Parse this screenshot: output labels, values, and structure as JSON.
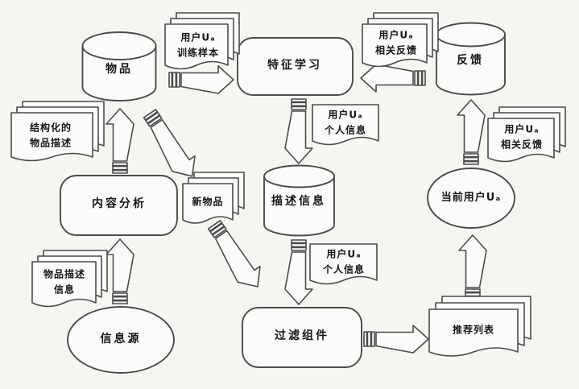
{
  "theme": {
    "bg": "#f6f5f2",
    "line": "#4b4b4b",
    "text": "#161616",
    "fill": "#fbfbf9"
  },
  "nodes": {
    "items_db": "物品",
    "feature_learning": "特征学习",
    "feedback_db": "反馈",
    "content_analysis": "内容分析",
    "description_db": "描述信息",
    "filter_component": "过滤组件",
    "current_user": "当前用户Uₐ",
    "info_source": "信息源"
  },
  "documents": {
    "training_samples": "用户Uₐ\n训练样本",
    "related_feedback_top": "用户Uₐ\n相关反馈",
    "structured_item_desc": "结构化的\n物品描述",
    "new_items": "新物品",
    "personal_info_upper": "用户Uₐ\n个人信息",
    "personal_info_lower": "用户Uₐ\n个人信息",
    "related_feedback_right": "用户Uₐ\n相关反馈",
    "item_desc_info": "物品描述\n信息",
    "recommend_list": "推荐列表"
  },
  "edges": [
    {
      "from": "信息源",
      "to": "内容分析",
      "label": "物品描述信息"
    },
    {
      "from": "内容分析",
      "to": "物品"
    },
    {
      "from": "物品",
      "to": "特征学习",
      "label": "用户Uₐ训练样本"
    },
    {
      "from": "物品",
      "to": "新物品"
    },
    {
      "from": "新物品",
      "to": "过滤组件"
    },
    {
      "from": "反馈",
      "to": "特征学习",
      "label": "用户Uₐ相关反馈"
    },
    {
      "from": "特征学习",
      "to": "描述信息",
      "label": "用户Uₐ个人信息"
    },
    {
      "from": "描述信息",
      "to": "过滤组件",
      "label": "用户Uₐ个人信息"
    },
    {
      "from": "过滤组件",
      "to": "推荐列表"
    },
    {
      "from": "推荐列表",
      "to": "当前用户Uₐ"
    },
    {
      "from": "当前用户Uₐ",
      "to": "反馈",
      "label": "用户Uₐ相关反馈"
    }
  ]
}
